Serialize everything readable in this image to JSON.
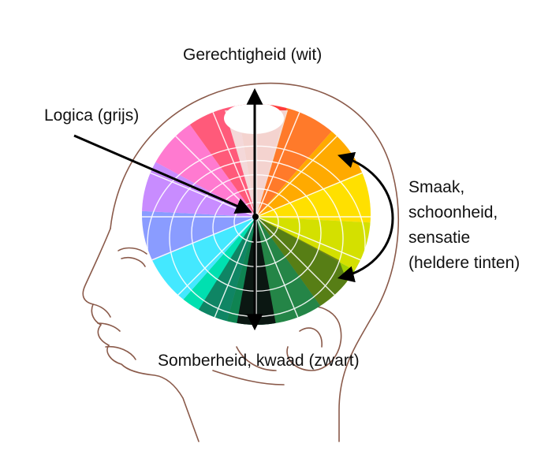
{
  "labels": {
    "top": "Gerechtigheid (wit)",
    "left": "Logica (grijs)",
    "right": [
      "Smaak,",
      "schoonheid,",
      "sensatie",
      "(heldere tinten)"
    ],
    "bottom": "Somberheid, kwaad (zwart)"
  },
  "colors": {
    "outline": "#8a5a4a",
    "arrow": "#000000",
    "wedges": [
      "#ff3b3b",
      "#ff7a2a",
      "#ffaa00",
      "#ffe000",
      "#d4e000",
      "#a0d000",
      "#2fe070",
      "#00dd88",
      "#00e0b0",
      "#44e8ff",
      "#8a9cff",
      "#c88cff",
      "#ff7ad0",
      "#ff5a7a"
    ]
  }
}
